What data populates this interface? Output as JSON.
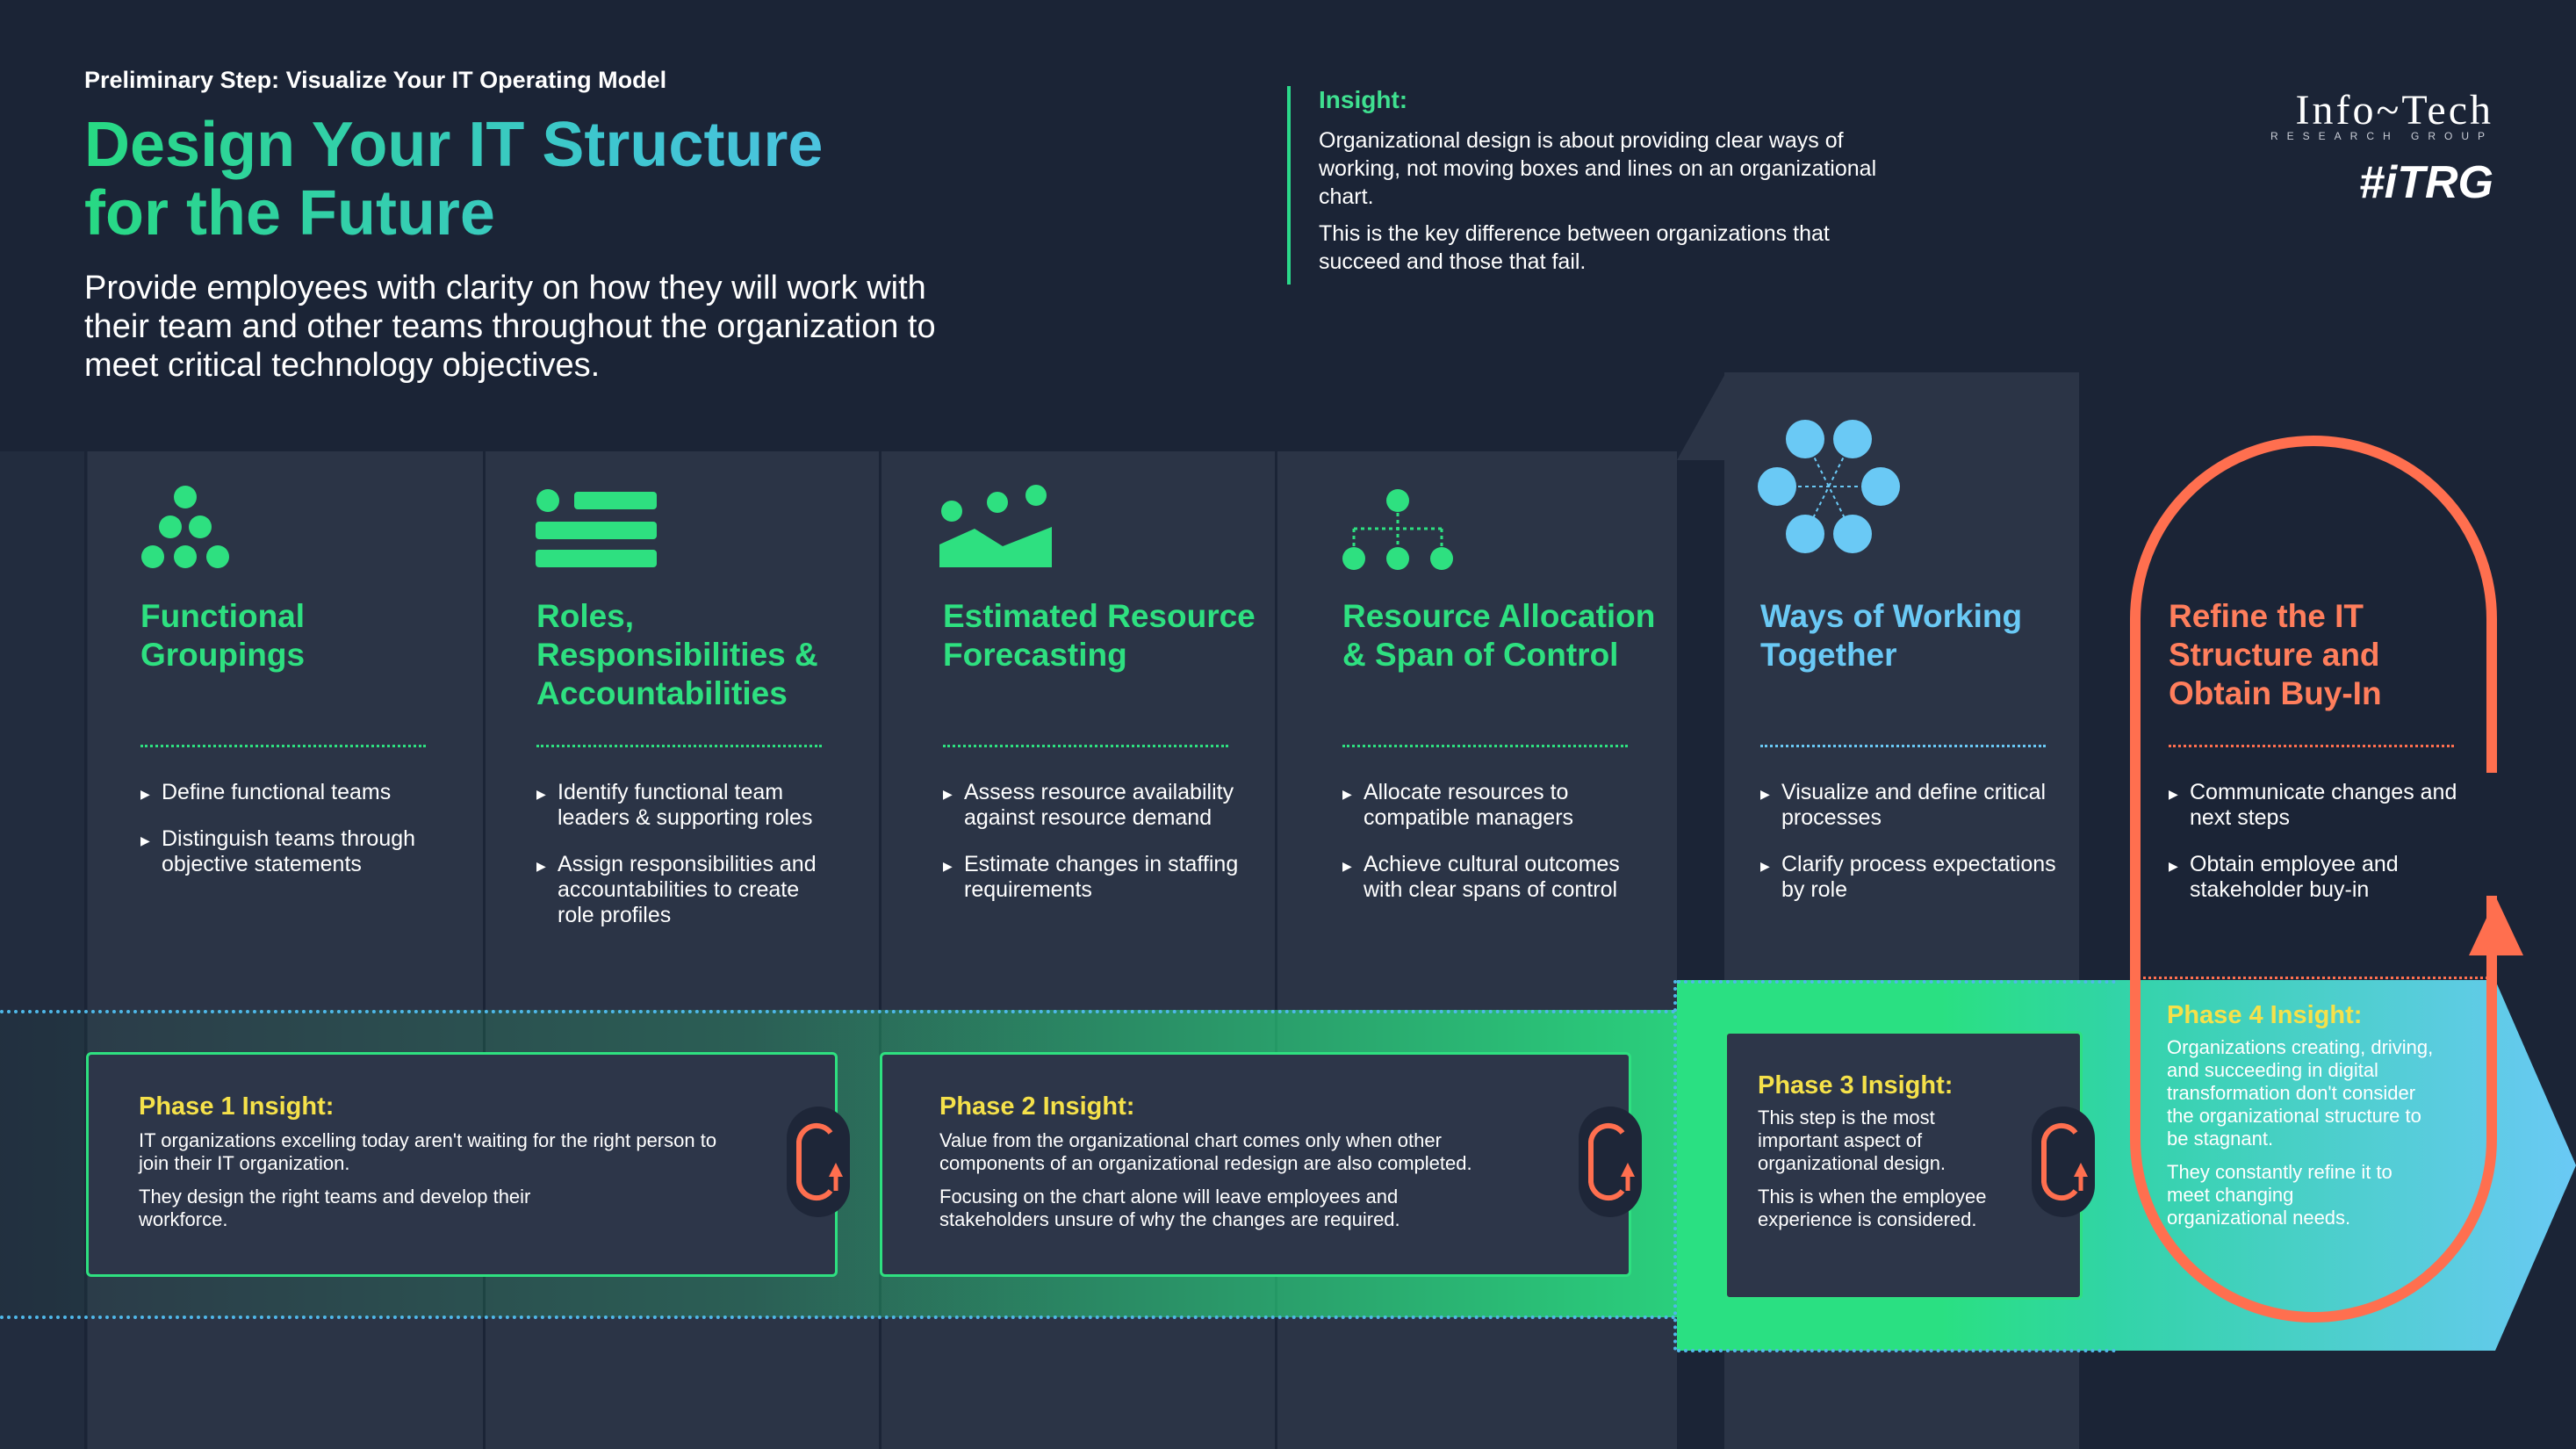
{
  "header": {
    "kicker": "Preliminary Step: Visualize Your IT Operating Model",
    "title_line1": "Design Your IT Structure",
    "title_line2": "for the Future",
    "subtitle": "Provide employees with clarity on how they will work with their team and other teams throughout the organization to meet critical technology objectives."
  },
  "insight": {
    "label": "Insight:",
    "text1": "Organizational design is about providing clear ways of working, not moving boxes and lines on an organizational chart.",
    "text2": "This is the key difference between organizations that succeed and those that fail."
  },
  "logo": {
    "name": "Info~Tech",
    "sub": "RESEARCH GROUP",
    "tag": "#iTRG"
  },
  "columns": [
    {
      "title": "Functional Groupings",
      "icon": "dots-pyramid-icon",
      "bullets": [
        "Define functional teams",
        "Distinguish teams through objective statements"
      ]
    },
    {
      "title": "Roles, Responsibilities & Accountabilities",
      "icon": "list-icon",
      "bullets": [
        "Identify functional team leaders & supporting roles",
        "Assign responsibilities and accountabilities to create role profiles"
      ]
    },
    {
      "title": "Estimated Resource Forecasting",
      "icon": "forecast-chart-icon",
      "bullets": [
        "Assess resource availability against resource demand",
        "Estimate changes in staffing requirements"
      ]
    },
    {
      "title": "Resource Allocation & Span of Control",
      "icon": "org-chart-icon",
      "bullets": [
        "Allocate resources to compatible managers",
        "Achieve cultural outcomes with clear spans of control"
      ]
    },
    {
      "title": "Ways of Working Together",
      "icon": "network-icon",
      "bullets": [
        "Visualize and define critical processes",
        "Clarify process expectations by role"
      ]
    },
    {
      "title": "Refine the IT Structure and Obtain Buy-In",
      "icon": "refresh-loop-icon",
      "bullets": [
        "Communicate changes and next steps",
        "Obtain employee and stakeholder buy-in"
      ]
    }
  ],
  "phases": [
    {
      "title": "Phase 1 Insight:",
      "text1": "IT organizations excelling today aren't waiting for the right person to join their IT organization.",
      "text2": "They design the right teams and develop their workforce."
    },
    {
      "title": "Phase 2 Insight:",
      "text1": "Value from the organizational chart comes only when other components of an organizational redesign are also completed.",
      "text2": "Focusing on the chart alone will leave employees and stakeholders unsure of why the changes are required."
    },
    {
      "title": "Phase 3 Insight:",
      "text1": "This step is the most important aspect of organizational design.",
      "text2": "This is when the employee experience is considered."
    },
    {
      "title": "Phase 4 Insight:",
      "text1": "Organizations creating, driving, and succeeding in digital transformation don't consider the organizational structure to be stagnant.",
      "text2": "They constantly refine it to meet changing organizational needs."
    }
  ],
  "colors": {
    "green": "#2ee080",
    "blue": "#6ac9f5",
    "coral": "#ff6f4f",
    "yellow": "#f5e14a",
    "navy": "#1b2436"
  }
}
